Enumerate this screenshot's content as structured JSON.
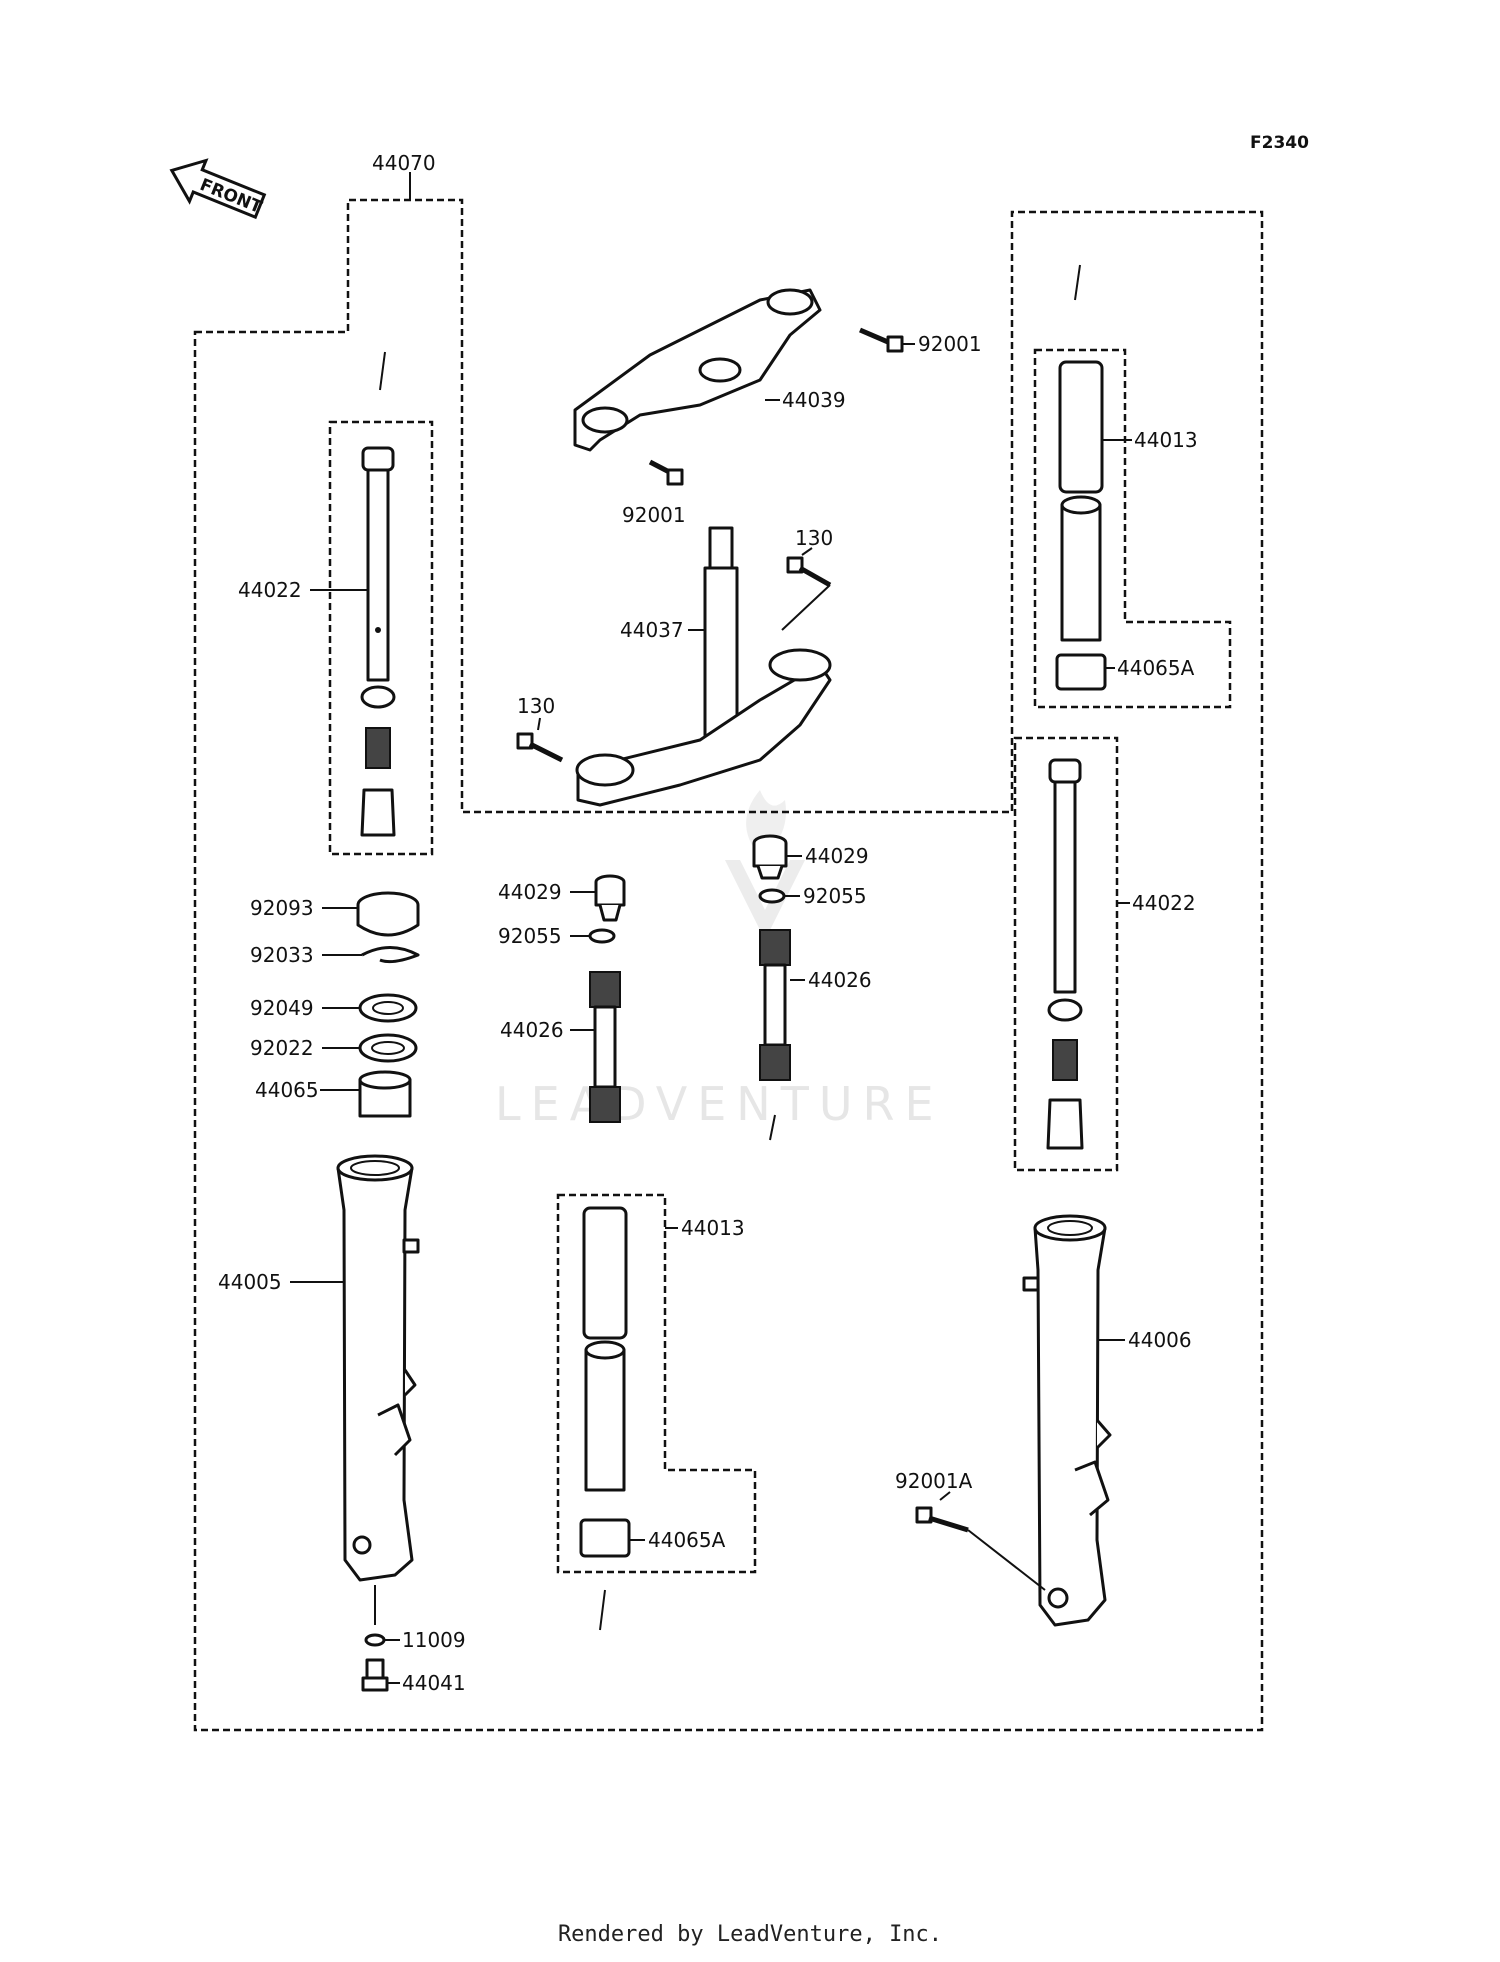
{
  "diagram": {
    "code": "F2340",
    "front_arrow": "FRONT",
    "watermark": "LEADVENTURE",
    "labels": {
      "p44070": "44070",
      "p44022_left": "44022",
      "p92001_top": "92001",
      "p44039": "44039",
      "p92001_mid": "92001",
      "p130_right": "130",
      "p44037": "44037",
      "p130_left": "130",
      "p44013_right": "44013",
      "p44065A_right": "44065A",
      "p44022_right": "44022",
      "p92093": "92093",
      "p92033": "92033",
      "p92049": "92049",
      "p92022": "92022",
      "p44065": "44065",
      "p44029_left": "44029",
      "p92055_left": "92055",
      "p44026_left": "44026",
      "p44029_right": "44029",
      "p92055_right": "92055",
      "p44026_right": "44026",
      "p44013_bottom": "44013",
      "p44065A_bottom": "44065A",
      "p44005": "44005",
      "p44006": "44006",
      "p92001A": "92001A",
      "p11009": "11009",
      "p44041": "44041"
    }
  },
  "footer": "Rendered by LeadVenture, Inc."
}
